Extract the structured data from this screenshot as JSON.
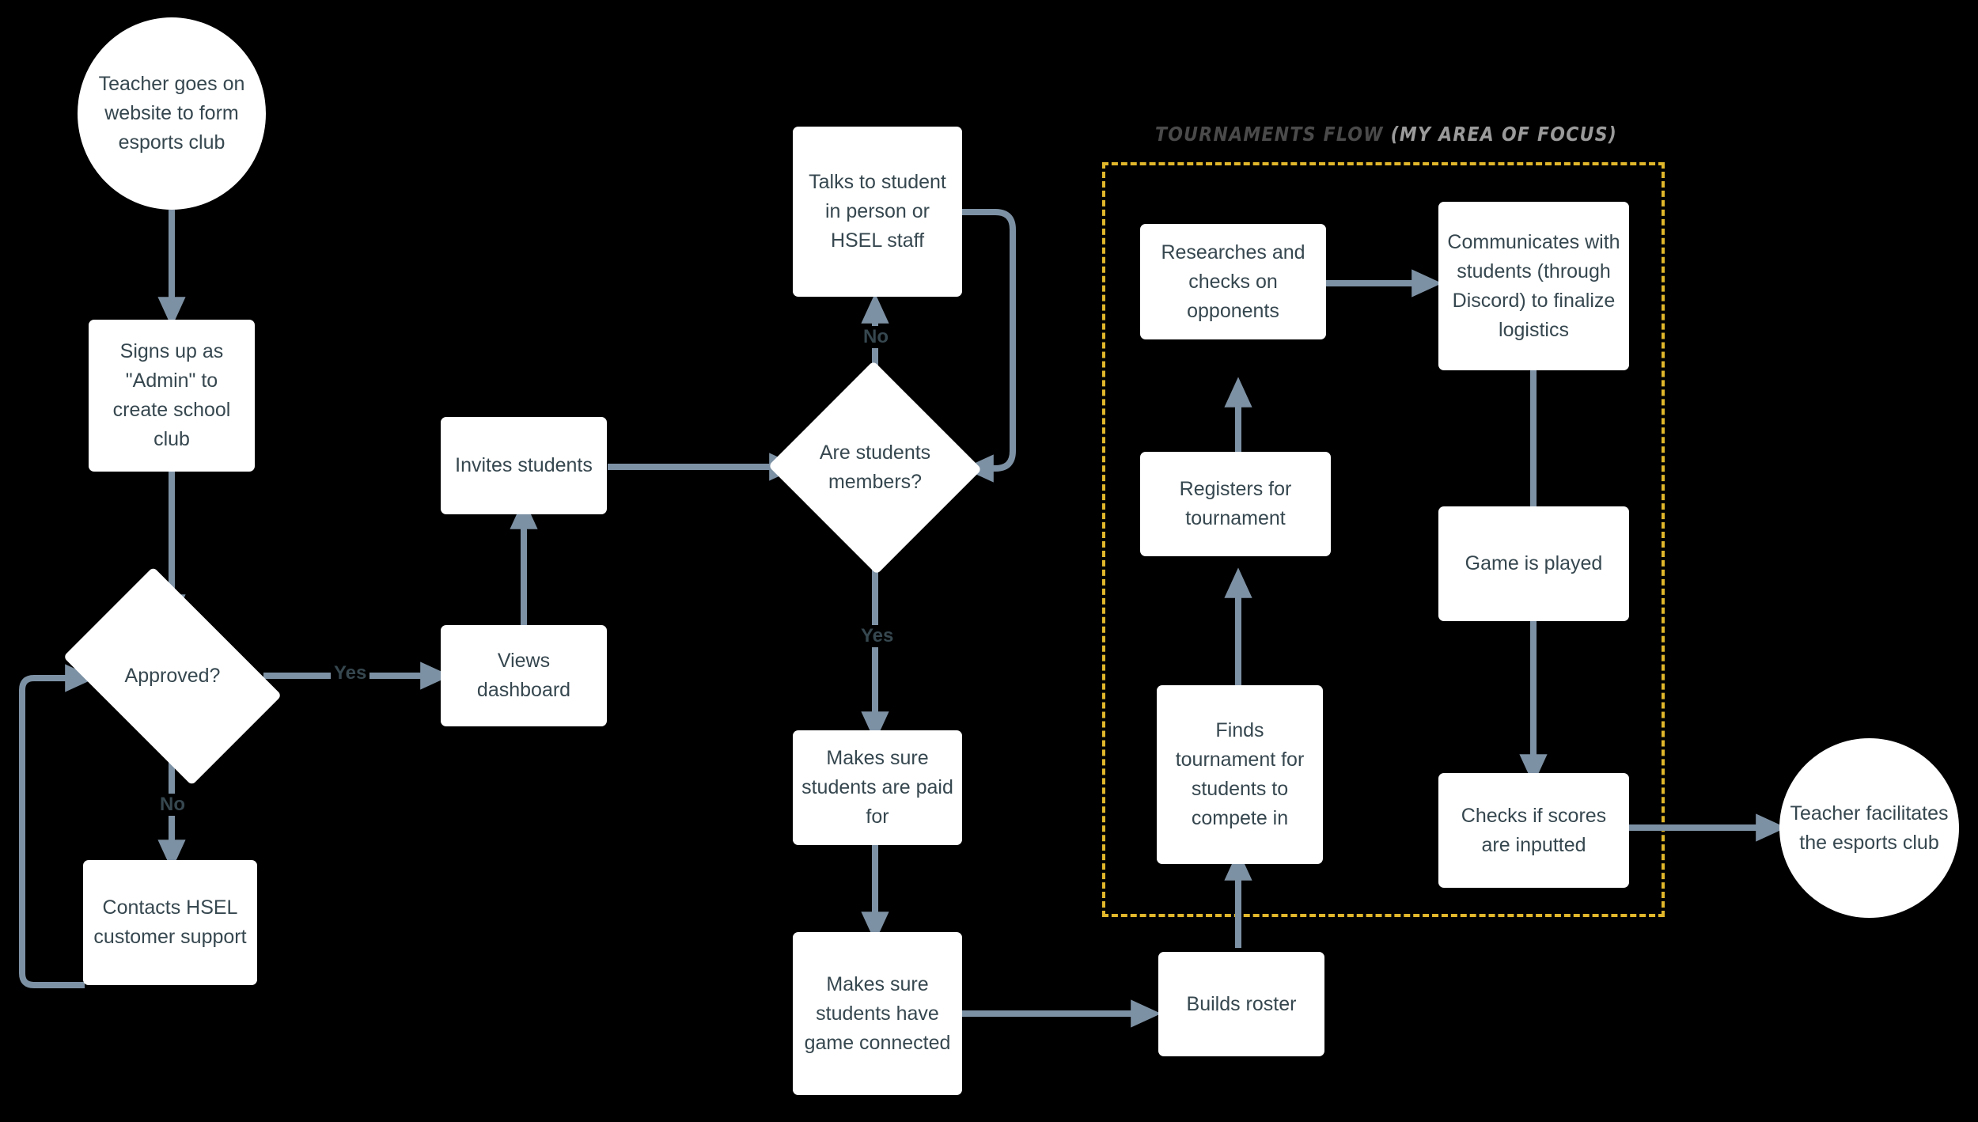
{
  "diagram": {
    "type": "flowchart",
    "title": "Esports club teacher journey flowchart",
    "background_color": "#000000",
    "node_fill": "#ffffff",
    "node_text_color": "#36474f",
    "edge_color": "#7d91a4",
    "focus_border_color": "#e0b62b"
  },
  "focus_region": {
    "title_main": "TOURNAMENTS FLOW",
    "title_sub": "(MY AREA OF FOCUS)"
  },
  "nodes": {
    "start": {
      "label": "Teacher goes on website to form esports club",
      "shape": "circle"
    },
    "signs_up": {
      "label": "Signs up as \"Admin\" to create school club",
      "shape": "rect"
    },
    "approved": {
      "label": "Approved?",
      "shape": "diamond"
    },
    "contacts_support": {
      "label": "Contacts HSEL customer support",
      "shape": "rect"
    },
    "views_dashboard": {
      "label": "Views dashboard",
      "shape": "rect"
    },
    "invites_students": {
      "label": "Invites students",
      "shape": "rect"
    },
    "are_members": {
      "label": "Are students members?",
      "shape": "diamond"
    },
    "talks_to_student": {
      "label": "Talks to student in person or HSEL staff",
      "shape": "rect"
    },
    "paid_for": {
      "label": "Makes sure students are paid for",
      "shape": "rect"
    },
    "game_connected": {
      "label": "Makes sure students have game connected",
      "shape": "rect"
    },
    "builds_roster": {
      "label": "Builds roster",
      "shape": "rect"
    },
    "finds_tournament": {
      "label": "Finds tournament for students to compete in",
      "shape": "rect"
    },
    "registers": {
      "label": "Registers for tournament",
      "shape": "rect"
    },
    "researches": {
      "label": "Researches and checks on opponents",
      "shape": "rect"
    },
    "communicates": {
      "label": "Communicates with students (through Discord) to finalize logistics",
      "shape": "rect"
    },
    "game_played": {
      "label": "Game is played",
      "shape": "rect"
    },
    "checks_scores": {
      "label": "Checks if scores are inputted",
      "shape": "rect"
    },
    "end": {
      "label": "Teacher facilitates the esports club",
      "shape": "circle"
    }
  },
  "edge_labels": {
    "approved_yes": "Yes",
    "approved_no": "No",
    "members_yes": "Yes",
    "members_no": "No"
  }
}
